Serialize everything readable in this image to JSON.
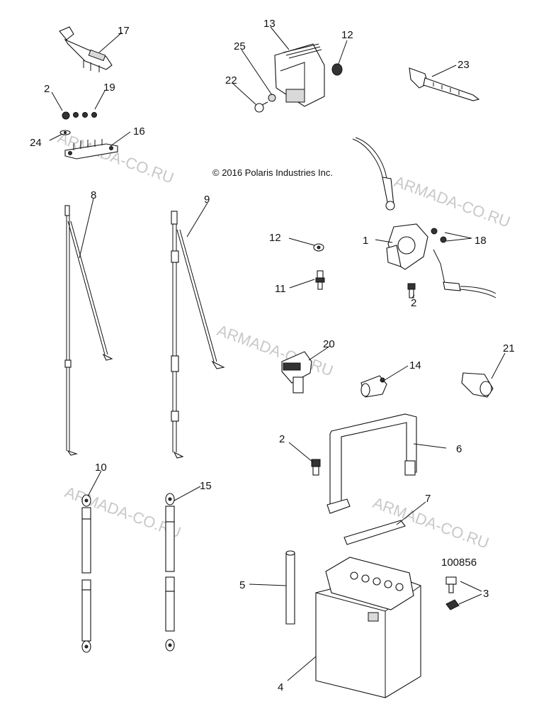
{
  "diagram": {
    "copyright": "© 2016 Polaris Industries Inc.",
    "figure_number": "100856",
    "watermark": "ARMADA-CO.RU",
    "callouts": {
      "c1": "1",
      "c2a": "2",
      "c2b": "2",
      "c2c": "2",
      "c3": "3",
      "c4": "4",
      "c5": "5",
      "c6": "6",
      "c7": "7",
      "c8": "8",
      "c9": "9",
      "c10": "10",
      "c11": "11",
      "c12a": "12",
      "c12b": "12",
      "c13": "13",
      "c14": "14",
      "c15": "15",
      "c16": "16",
      "c17": "17",
      "c18": "18",
      "c19": "19",
      "c20": "20",
      "c21": "21",
      "c22": "22",
      "c23": "23",
      "c24": "24",
      "c25": "25"
    }
  }
}
